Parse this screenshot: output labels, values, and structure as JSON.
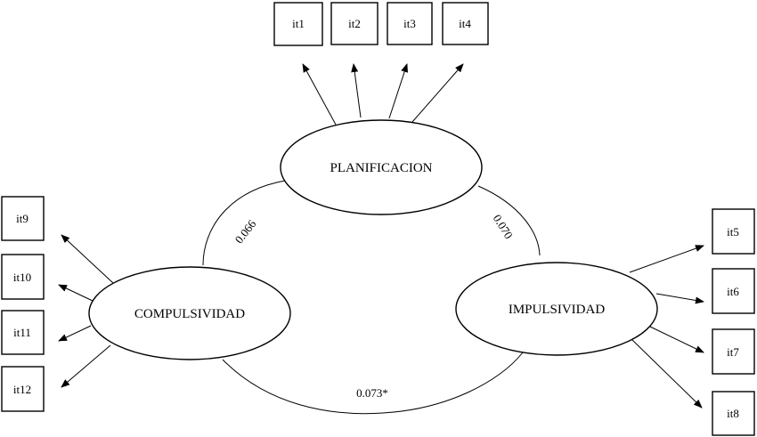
{
  "latents": {
    "planificacion": "PLANIFICACION",
    "compulsividad": "COMPULSIVIDAD",
    "impulsividad": "IMPULSIVIDAD"
  },
  "items": {
    "it1": "it1",
    "it2": "it2",
    "it3": "it3",
    "it4": "it4",
    "it5": "it5",
    "it6": "it6",
    "it7": "it7",
    "it8": "it8",
    "it9": "it9",
    "it10": "it10",
    "it11": "it11",
    "it12": "it12"
  },
  "correlations": {
    "planificacion_compulsividad": "0.066",
    "planificacion_impulsividad": "0.070",
    "compulsividad_impulsividad": "0.073*"
  }
}
